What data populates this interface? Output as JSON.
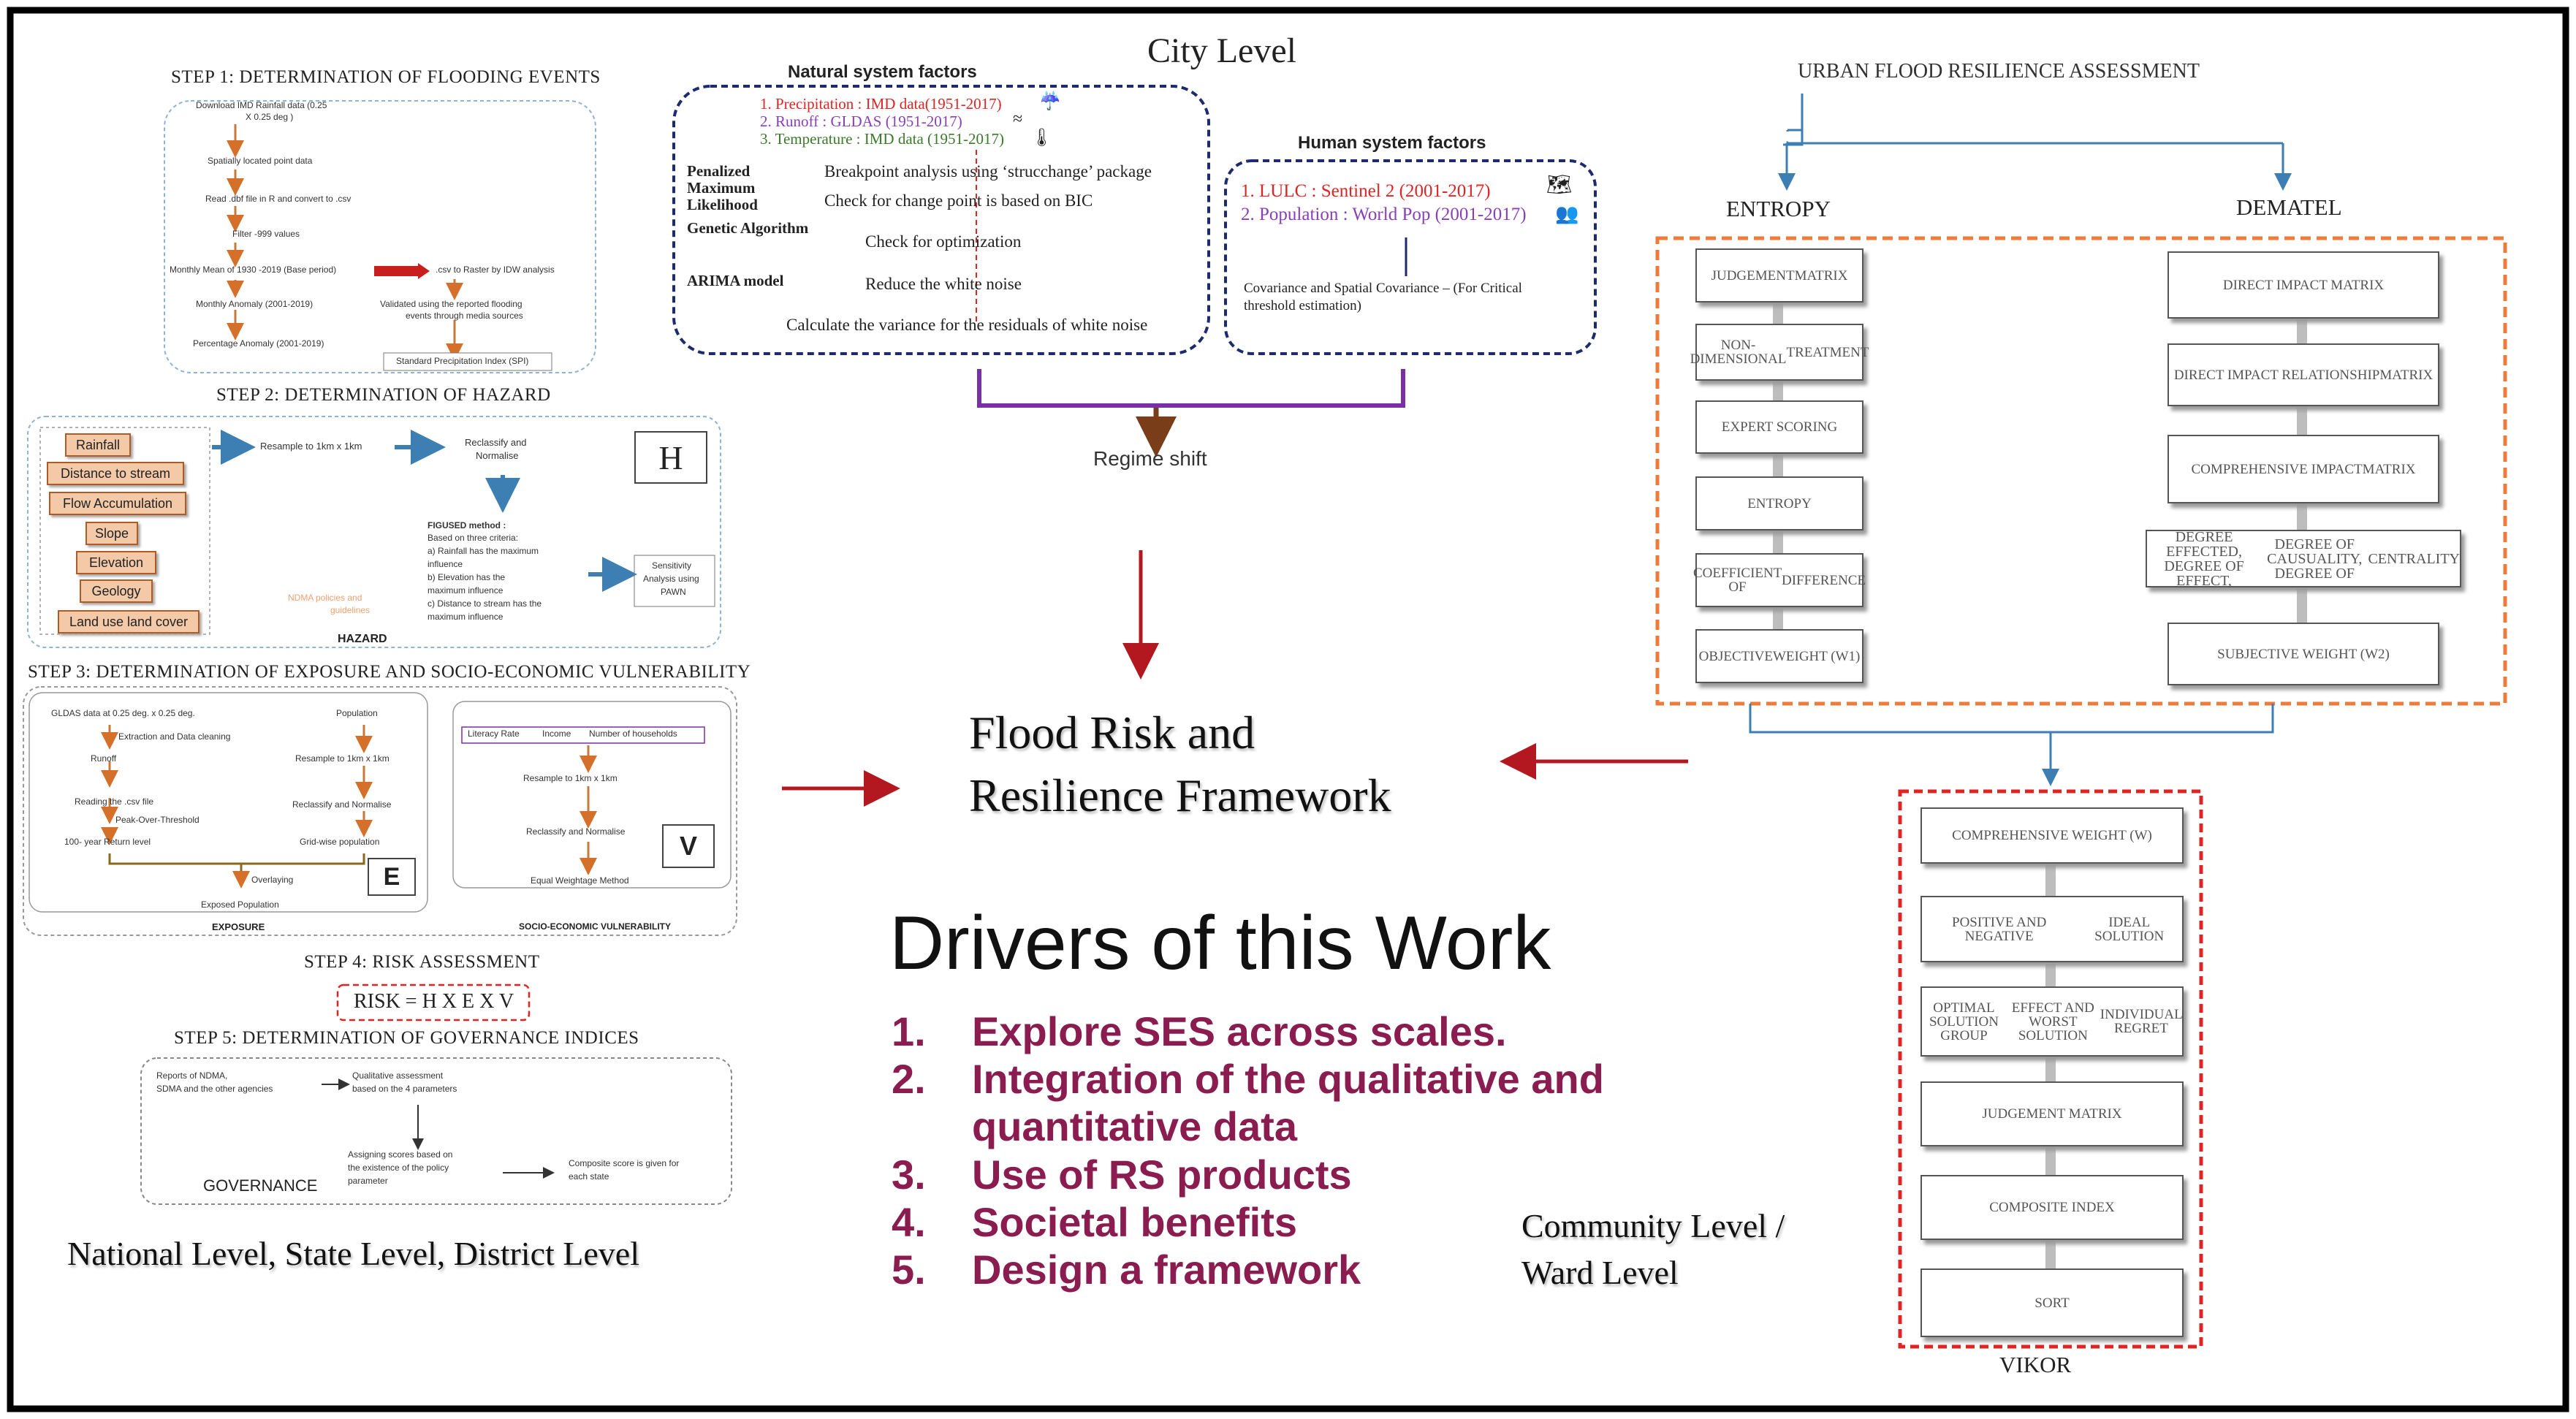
{
  "left": {
    "step1": {
      "title": "STEP 1: DETERMINATION OF FLOODING EVENTS",
      "items": [
        "Download IMD Rainfall data (0.25",
        "X 0.25 deg )",
        "Spatially located point data",
        "Read .dbf file in R and convert to .csv",
        "Filter -999 values",
        "Monthly Mean of 1930 -2019 (Base period)",
        ".csv to Raster by IDW  analysis",
        "Monthly Anomaly (2001-2019)",
        "Validated using the reported flooding",
        "events through media sources",
        "Percentage Anomaly (2001-2019)",
        "Standard Precipitation Index (SPI)"
      ]
    },
    "step2": {
      "title": "STEP 2: DETERMINATION OF HAZARD",
      "inputs": [
        "Rainfall",
        "Distance to stream",
        "Flow Accumulation",
        "Slope",
        "Elevation",
        "Geology",
        "Land use land cover"
      ],
      "resample": "Resample to 1km x 1km",
      "reclassify": [
        "Reclassify and",
        "Normalise"
      ],
      "method": [
        "FIGUSED method :",
        "Based on three criteria:",
        "a)  Rainfall has the maximum",
        "     influence",
        "b)  Elevation has the",
        "     maximum influence",
        "c)   Distance to stream has the",
        "     maximum influence"
      ],
      "ndma": [
        "NDMA policies and",
        "guidelines"
      ],
      "sensitivity": [
        "Sensitivity",
        "Analysis using",
        "PAWN"
      ],
      "badge": "H",
      "footer": "HAZARD"
    },
    "step3": {
      "title": "STEP 3: DETERMINATION OF EXPOSURE AND SOCIO-ECONOMIC VULNERABILITY",
      "exposure": [
        "GLDAS data at 0.25 deg. x 0.25 deg.",
        "Extraction and Data cleaning",
        "Runoff",
        "Reading the .csv file",
        "Peak-Over-Threshold",
        "100- year Return level",
        "Population",
        "Resample to 1km x 1km",
        "Reclassify and Normalise",
        "Grid-wise population",
        "Overlaying",
        "Exposed Population"
      ],
      "exposure_footer": "EXPOSURE",
      "badge_e": "E",
      "vuln_header": [
        "Literacy Rate",
        "Income",
        "Number of households"
      ],
      "vuln": [
        "Resample to 1km x 1km",
        "Reclassify and Normalise",
        "Equal Weightage Method"
      ],
      "vuln_footer": "SOCIO-ECONOMIC VULNERABILITY",
      "badge_v": "V"
    },
    "step4": {
      "title": "STEP 4: RISK ASSESSMENT",
      "formula": "RISK = H X E X V"
    },
    "step5": {
      "title": "STEP 5: DETERMINATION OF GOVERNANCE INDICES",
      "items": [
        "Reports of NDMA,",
        "SDMA and the other agencies",
        "Qualitative assessment",
        "based on the 4 parameters",
        "Assigning scores based on",
        "the existence of the policy",
        "parameter",
        "Composite score is given for",
        "each state"
      ],
      "footer": "GOVERNANCE"
    },
    "level_label": "National Level, State Level, District Level"
  },
  "city": {
    "title": "City Level",
    "natural": {
      "title": "Natural system factors",
      "list": [
        "1. Precipitation : IMD data(1951-2017)",
        "2. Runoff : GLDAS (1951-2017)",
        "3. Temperature : IMD data (1951-2017)"
      ],
      "methods": [
        "Penalized",
        "Maximum",
        "Likelihood",
        "Genetic Algorithm",
        "ARIMA model"
      ],
      "steps": [
        "Breakpoint analysis using ‘strucchange’ package",
        "Check for change point is based on BIC",
        "Check for optimization",
        "Reduce the white noise",
        "Calculate the variance for the residuals of white noise"
      ]
    },
    "human": {
      "title": "Human system factors",
      "list": [
        "1. LULC : Sentinel 2 (2001-2017)",
        "2. Population : World Pop (2001-2017)"
      ],
      "note": [
        "Covariance and Spatial Covariance – (For Critical",
        "threshold estimation)"
      ]
    },
    "regime": "Regime shift"
  },
  "center": {
    "framework": [
      "Flood Risk and",
      "Resilience Framework"
    ],
    "drivers_title": "Drivers of this Work",
    "drivers": [
      {
        "num": "1.",
        "lines": [
          "Explore SES across scales."
        ]
      },
      {
        "num": "2.",
        "lines": [
          "Integration of the qualitative and",
          "quantitative data"
        ]
      },
      {
        "num": "3.",
        "lines": [
          "Use of RS products"
        ]
      },
      {
        "num": "4.",
        "lines": [
          "Societal benefits"
        ]
      },
      {
        "num": "5.",
        "lines": [
          "Design a framework"
        ]
      }
    ]
  },
  "right": {
    "title": "URBAN FLOOD RESILIENCE ASSESSMENT",
    "entropy": {
      "label": "ENTROPY",
      "boxes": [
        [
          "JUDGEMENT",
          "MATRIX"
        ],
        [
          "NON-DIMENSIONAL",
          "TREATMENT"
        ],
        [
          "EXPERT SCORING"
        ],
        [
          "ENTROPY"
        ],
        [
          "COEFFICIENT OF",
          "DIFFERENCE"
        ],
        [
          "OBJECTIVE",
          "WEIGHT (W1)"
        ]
      ]
    },
    "dematel": {
      "label": "DEMATEL",
      "boxes": [
        [
          "DIRECT IMPACT MATRIX"
        ],
        [
          "DIRECT IMPACT RELATIONSHIP",
          "MATRIX"
        ],
        [
          "COMPREHENSIVE IMPACT",
          "MATRIX"
        ],
        [
          "DEGREE EFFECTED, DEGREE OF EFFECT,",
          "DEGREE OF CAUSUALITY, DEGREE OF",
          "CENTRALITY"
        ],
        [
          "SUBJECTIVE WEIGHT (W2)"
        ]
      ]
    },
    "vikor": {
      "label": "VIKOR",
      "boxes": [
        [
          "COMPREHENSIVE WEIGHT (W)"
        ],
        [
          "POSITIVE AND NEGATIVE",
          "IDEAL SOLUTION"
        ],
        [
          "OPTIMAL SOLUTION GROUP",
          "EFFECT AND WORST SOLUTION",
          "INDIVIDUAL REGRET"
        ],
        [
          "JUDGEMENT MATRIX"
        ],
        [
          "COMPOSITE INDEX"
        ],
        [
          "SORT"
        ]
      ]
    },
    "community": [
      "Community Level /",
      "Ward Level"
    ]
  },
  "colors": {
    "arrow_red": "#b3171f",
    "purple": "#8a1c4f",
    "blue_line": "#3d7fb3",
    "orange_dash": "#ee7b3a",
    "red_dash": "#e02424",
    "bracket": "#7a2fa8"
  }
}
